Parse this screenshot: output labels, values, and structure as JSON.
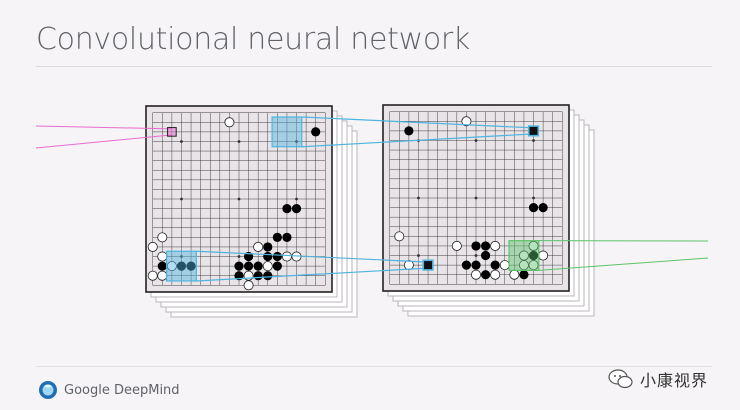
{
  "slide": {
    "title": "Convolutional neural network"
  },
  "footer": {
    "brand_name": "Google DeepMind",
    "brand_icon": "deepmind-logo-icon",
    "watermark_text": "小康视界",
    "watermark_icon": "wechat-icon"
  },
  "colors": {
    "background": "#f6f4f6",
    "board_fill": "#e8e4e8",
    "grid": "#333333",
    "blue_filter": "#4fb4e0",
    "green_filter": "#5cc36a",
    "pink_input": "#e76bd0",
    "black_stone": "#000000",
    "white_stone": "#ffffff"
  },
  "diagram": {
    "board_size": 19,
    "layer_1_stones": {
      "black": [
        [
          18,
          3
        ],
        [
          15,
          11
        ],
        [
          16,
          11
        ],
        [
          14,
          14
        ],
        [
          15,
          14
        ],
        [
          13,
          15
        ],
        [
          11,
          16
        ],
        [
          13,
          16
        ],
        [
          14,
          16
        ],
        [
          2,
          17
        ],
        [
          4,
          17
        ],
        [
          5,
          17
        ],
        [
          10,
          17
        ],
        [
          11,
          17
        ],
        [
          12,
          17
        ],
        [
          14,
          17
        ],
        [
          10,
          18
        ],
        [
          12,
          18
        ],
        [
          13,
          18
        ]
      ],
      "white": [
        [
          9,
          2
        ],
        [
          2,
          14
        ],
        [
          1,
          15
        ],
        [
          12,
          15
        ],
        [
          2,
          16
        ],
        [
          15,
          16
        ],
        [
          16,
          16
        ],
        [
          3,
          17
        ],
        [
          13,
          17
        ],
        [
          1,
          18
        ],
        [
          2,
          18
        ],
        [
          11,
          18
        ],
        [
          11,
          19
        ]
      ]
    },
    "layer_2_stones": {
      "black": [
        [
          3,
          3
        ],
        [
          16,
          11
        ],
        [
          17,
          11
        ],
        [
          10,
          15
        ],
        [
          11,
          15
        ],
        [
          11,
          16
        ],
        [
          16,
          16
        ],
        [
          9,
          17
        ],
        [
          10,
          17
        ],
        [
          12,
          17
        ],
        [
          15,
          18
        ],
        [
          11,
          18
        ]
      ],
      "white": [
        [
          9,
          2
        ],
        [
          2,
          14
        ],
        [
          8,
          15
        ],
        [
          12,
          15
        ],
        [
          16,
          15
        ],
        [
          15,
          16
        ],
        [
          17,
          16
        ],
        [
          3,
          17
        ],
        [
          10,
          18
        ],
        [
          14,
          18
        ],
        [
          12,
          18
        ],
        [
          13,
          17
        ],
        [
          16,
          17
        ],
        [
          15,
          17
        ]
      ]
    },
    "filters": [
      {
        "name": "blue-top",
        "color": "blue",
        "source_layer": 1,
        "source_cell": [
          15,
          3
        ],
        "target_cell": [
          16,
          3
        ]
      },
      {
        "name": "blue-bottom",
        "color": "blue",
        "source_layer": 1,
        "source_cell": [
          4,
          17
        ],
        "target_cell": [
          5,
          17
        ]
      },
      {
        "name": "green-right",
        "color": "green",
        "source_layer": 2,
        "source_cell": [
          15,
          16
        ]
      }
    ],
    "pink_input_cell": [
      3,
      3
    ]
  }
}
